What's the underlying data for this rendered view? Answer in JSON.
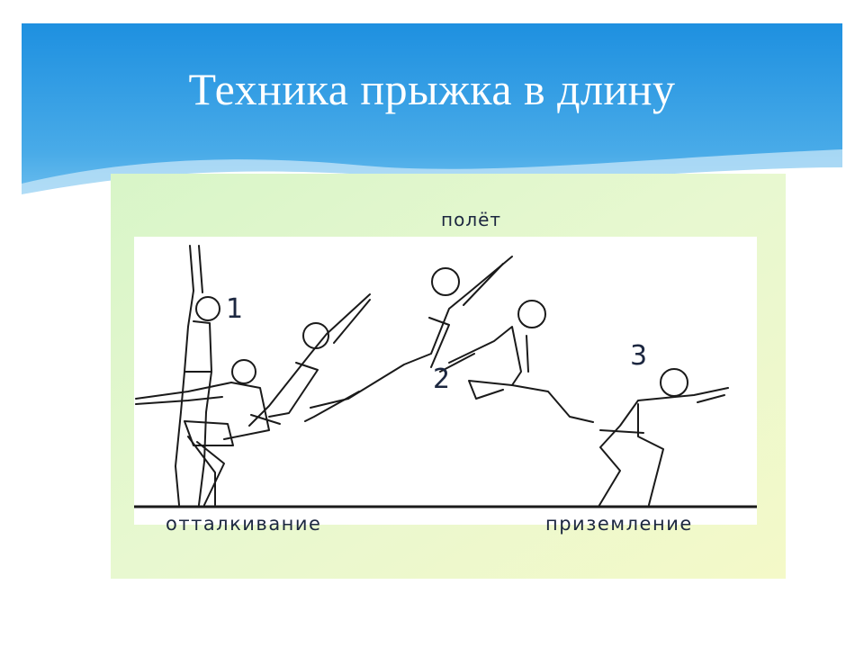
{
  "slide": {
    "title": "Техника прыжка в длину",
    "accent_colors": {
      "sky_top": "#1e90e0",
      "sky_bottom": "#7cc8f0",
      "panel_left": "#d8f5c8",
      "panel_right": "#f4f9c8"
    }
  },
  "figure": {
    "labels": {
      "flight": "полёт",
      "takeoff": "отталкивание",
      "landing": "приземление"
    },
    "phase_numbers": [
      "1",
      "2",
      "3"
    ]
  }
}
